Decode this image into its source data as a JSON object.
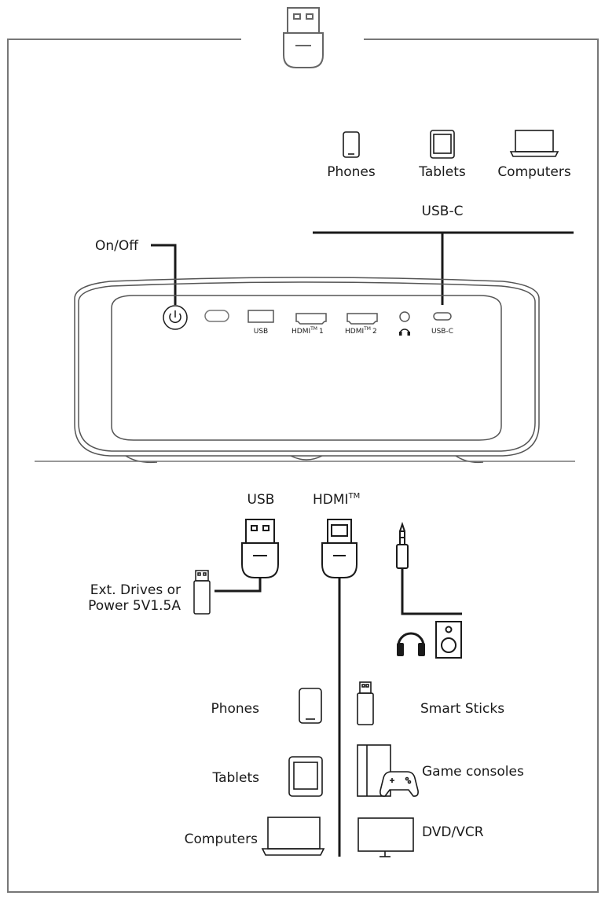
{
  "top_devices": {
    "phones": "Phones",
    "tablets": "Tablets",
    "computers": "Computers"
  },
  "usb_c_title": "USB-C",
  "on_off_label": "On/Off",
  "ports": {
    "usb": "USB",
    "hdmi1": "HDMI",
    "hdmi1_num": "1",
    "hdmi2": "HDMI",
    "hdmi2_num": "2",
    "usb_c": "USB-C",
    "tm": "TM"
  },
  "usb_title": "USB",
  "hdmi_title": "HDMI",
  "hdmi_tm": "TM",
  "ext_drives_line1": "Ext. Drives or",
  "ext_drives_line2": "Power  5V1.5A",
  "left_devices": {
    "phones": "Phones",
    "tablets": "Tablets",
    "computers": "Computers"
  },
  "right_devices": {
    "smart_sticks": "Smart Sticks",
    "game_consoles": "Game consoles",
    "dvd_vcr": "DVD/VCR"
  },
  "colors": {
    "line": "#1a1a1a",
    "frame": "#777777",
    "projector": "#555555"
  }
}
